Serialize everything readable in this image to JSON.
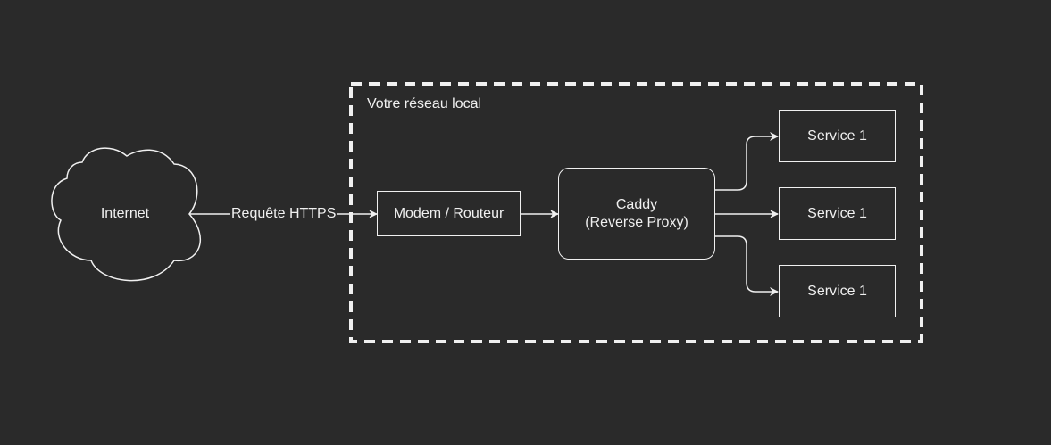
{
  "colors": {
    "background": "#2a2a2a",
    "stroke": "#f0f0f0",
    "text": "#f0f0f0"
  },
  "nodes": {
    "internet": {
      "label": "Internet"
    },
    "local_network": {
      "label": "Votre réseau local"
    },
    "modem": {
      "label": "Modem / Routeur"
    },
    "caddy": {
      "line1": "Caddy",
      "line2": "(Reverse Proxy)"
    },
    "services": [
      {
        "label": "Service 1"
      },
      {
        "label": "Service 1"
      },
      {
        "label": "Service 1"
      }
    ]
  },
  "edges": {
    "internet_to_modem": {
      "label": "Requête HTTPS"
    }
  }
}
